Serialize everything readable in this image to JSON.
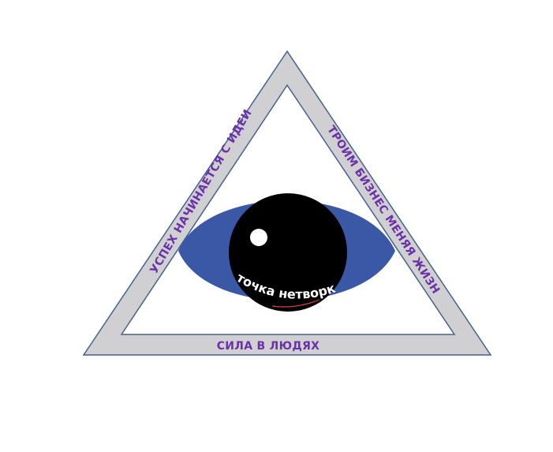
{
  "labels": {
    "left_side": "УСПЕХ НАЧИНАЕТСЯ С ИДЕИ",
    "right_side": "СТРОИМ БИЗНЕС МЕНЯЯ ЖИЗНЬ",
    "bottom_side": "СИЛА В ЛЮДЯХ",
    "pupil": "точка нетворк"
  },
  "colors": {
    "background": "#ffffff",
    "triangle_band": "#d0d0d3",
    "triangle_outline": "#47618f",
    "label_text": "#6a32a8",
    "iris": "#3a58a5",
    "pupil": "#000000",
    "highlight": "#ffffff",
    "pupil_text": "#ffffff",
    "underline_accent": "#d63c5a"
  }
}
